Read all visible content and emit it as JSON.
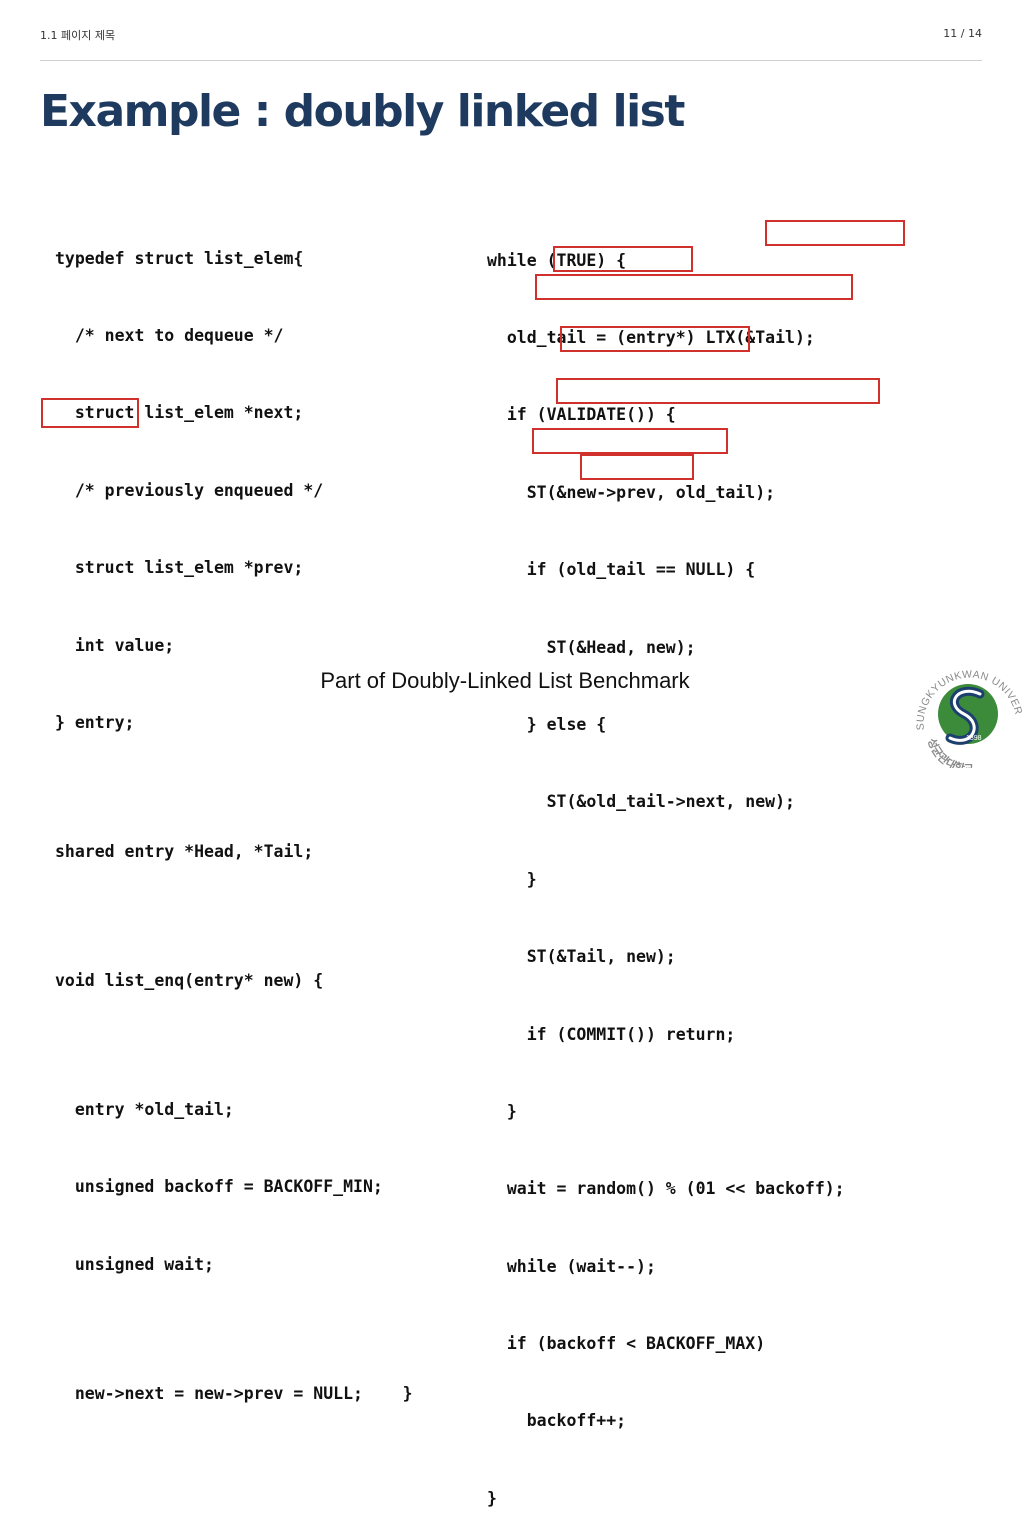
{
  "header": {
    "section": "1.1 페이지 제목",
    "page": "11 / 14"
  },
  "title": "Example : doubly linked list",
  "code_left": [
    "typedef struct list_elem{",
    "  /* next to dequeue */",
    "  struct list_elem *next;",
    "  /* previously enqueued */",
    "  struct list_elem *prev;",
    "  int value;",
    "} entry;",
    "",
    "shared entry *Head, *Tail;",
    "",
    "void list_enq(entry* new) {",
    "",
    "  entry *old_tail;",
    "  unsigned backoff = BACKOFF_MIN;",
    "  unsigned wait;",
    "",
    "  new->next = new->prev = NULL;    }"
  ],
  "code_right": [
    "while (TRUE) {",
    "  old_tail = (entry*) LTX(&Tail);",
    "  if (VALIDATE()) {",
    "    ST(&new->prev, old_tail);",
    "    if (old_tail == NULL) {",
    "      ST(&Head, new);",
    "    } else {",
    "      ST(&old_tail->next, new);",
    "    }",
    "    ST(&Tail, new);",
    "    if (COMMIT()) return;",
    "  }",
    "  wait = random() % (01 << backoff);",
    "  while (wait--);",
    "  if (backoff < BACKOFF_MAX)",
    "    backoff++;",
    "}"
  ],
  "highlight_color": "#d0312d",
  "caption": "Part of Doubly-Linked List Benchmark",
  "logo": {
    "name": "university-emblem",
    "text_top": "SUNGKYUNKWAN UNIVERSITY",
    "text_bottom": "성균관대학교",
    "year": "1398",
    "colors": {
      "green": "#3c8b3a",
      "navy": "#1c3f6e",
      "gray": "#8a8a8a"
    }
  }
}
